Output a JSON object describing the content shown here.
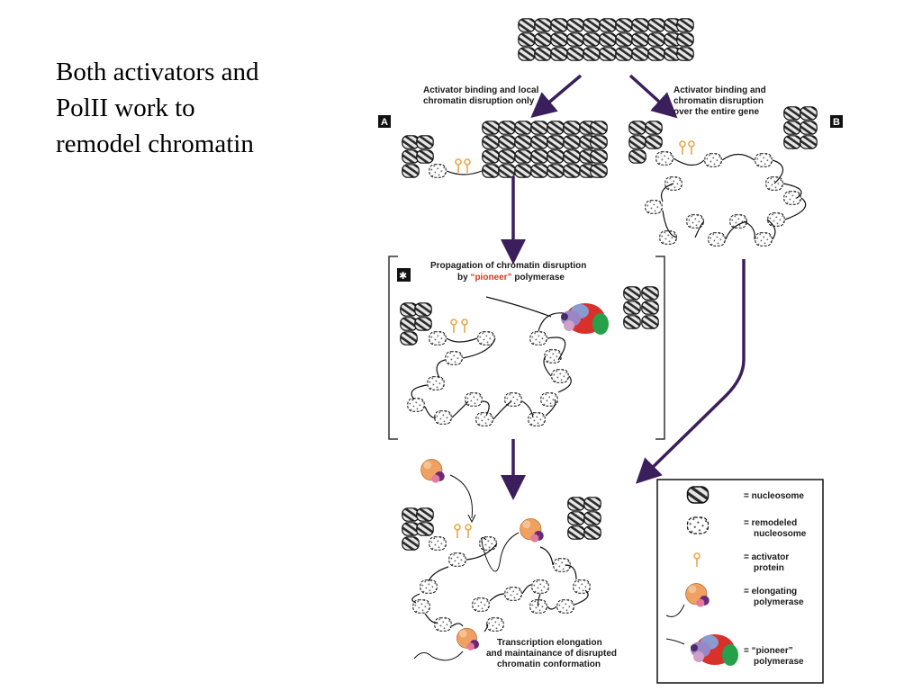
{
  "slide": {
    "title_text": "Both activators and\nPolII work to\nremodel chromatin"
  },
  "diagram": {
    "label_a": {
      "line1": "Activator binding and local",
      "line2": "chromatin disruption only"
    },
    "label_b": {
      "line1": "Activator binding and",
      "line2": "chromatin disruption",
      "line3": "over the entire gene"
    },
    "badge_a": "A",
    "badge_b": "B",
    "badge_star": "✱",
    "propagation": {
      "line1": "Propagation of chromatin disruption",
      "line2_prefix": "by ",
      "line2_highlight": "“pioneer”",
      "line2_suffix": " polymerase"
    },
    "elongation": {
      "line1": "Transcription elongation",
      "line2": "and maintainance of disrupted",
      "line3": "chromatin conformation"
    }
  },
  "legend": {
    "nucleosome": "= nucleosome",
    "remodeled_1": "= remodeled",
    "remodeled_2": "nucleosome",
    "activator_1": "= activator",
    "activator_2": "protein",
    "elongating_1": "= elongating",
    "elongating_2": "polymerase",
    "pioneer_1": "= “pioneer”",
    "pioneer_2": "polymerase"
  },
  "colors": {
    "arrow": "#3b1f5c",
    "activator": "#e8a64a",
    "text_highlight": "#d23a1e"
  }
}
